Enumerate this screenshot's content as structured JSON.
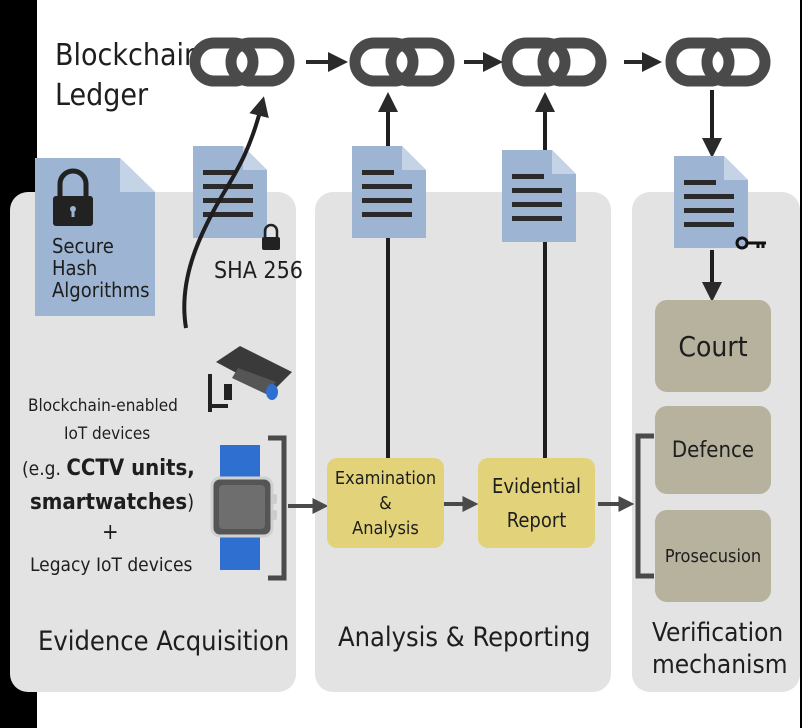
{
  "ledger": {
    "label_line1": "Blockchain",
    "label_line2": "Ledger"
  },
  "hash_card": {
    "line1": "Secure",
    "line2": "Hash",
    "line3": "Algorithms"
  },
  "sha_label": "SHA 256",
  "devices": {
    "line1": "Blockchain-enabled",
    "line2": "IoT devices",
    "line3_prefix": "(e.g. ",
    "line3_bold": "CCTV units,",
    "line4_bold": "smartwatches",
    "line4_suffix": ")",
    "plus": "+",
    "line6": "Legacy IoT devices"
  },
  "process": {
    "examination_line1": "Examination",
    "examination_line2": "&",
    "examination_line3": "Analysis",
    "report_line1": "Evidential",
    "report_line2": "Report"
  },
  "verification": {
    "court": "Court",
    "defence": "Defence",
    "prosecution": "Prosecusion"
  },
  "sections": {
    "acquisition": "Evidence Acquisition",
    "analysis": "Analysis & Reporting",
    "verification_line1": "Verification",
    "verification_line2": "mechanism"
  },
  "colors": {
    "panel": "#e3e3e3",
    "doc_blue": "#9db4d2",
    "link_gray": "#4a4a4a",
    "yellow_box": "#e2d27a",
    "olive_box": "#b6b29d"
  },
  "icons": [
    "chain-link-icon",
    "right-arrow-icon",
    "document-icon",
    "padlock-icon",
    "key-icon",
    "cctv-camera-icon",
    "smartwatch-icon",
    "bracket-icon"
  ]
}
